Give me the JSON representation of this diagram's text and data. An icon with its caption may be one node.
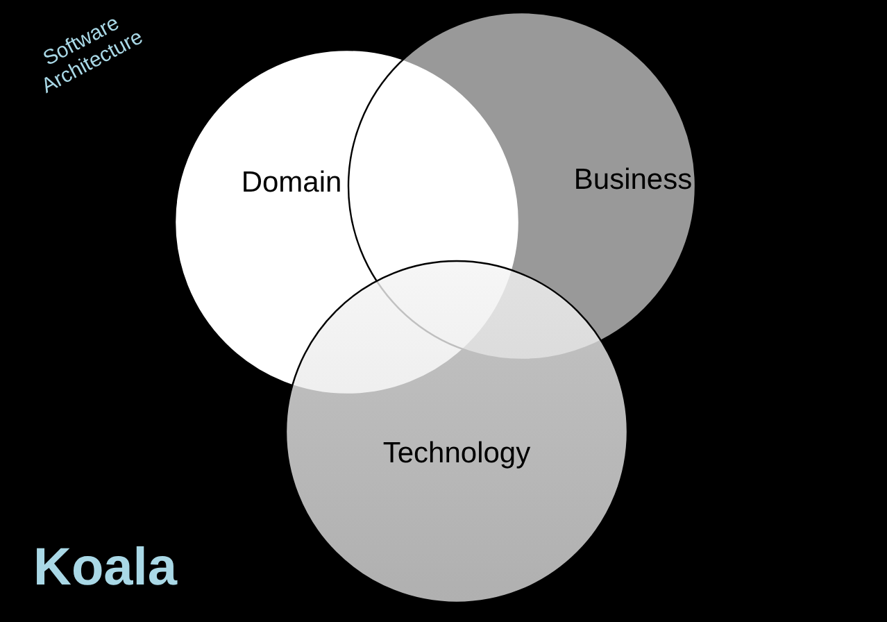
{
  "diagram": {
    "nodes": [
      {
        "text": [
          "Domain"
        ]
      },
      {
        "text": [
          "Business"
        ]
      },
      {
        "text": [
          "Technology"
        ]
      }
    ],
    "labels": [
      "Software Architecture",
      "Koala"
    ]
  }
}
